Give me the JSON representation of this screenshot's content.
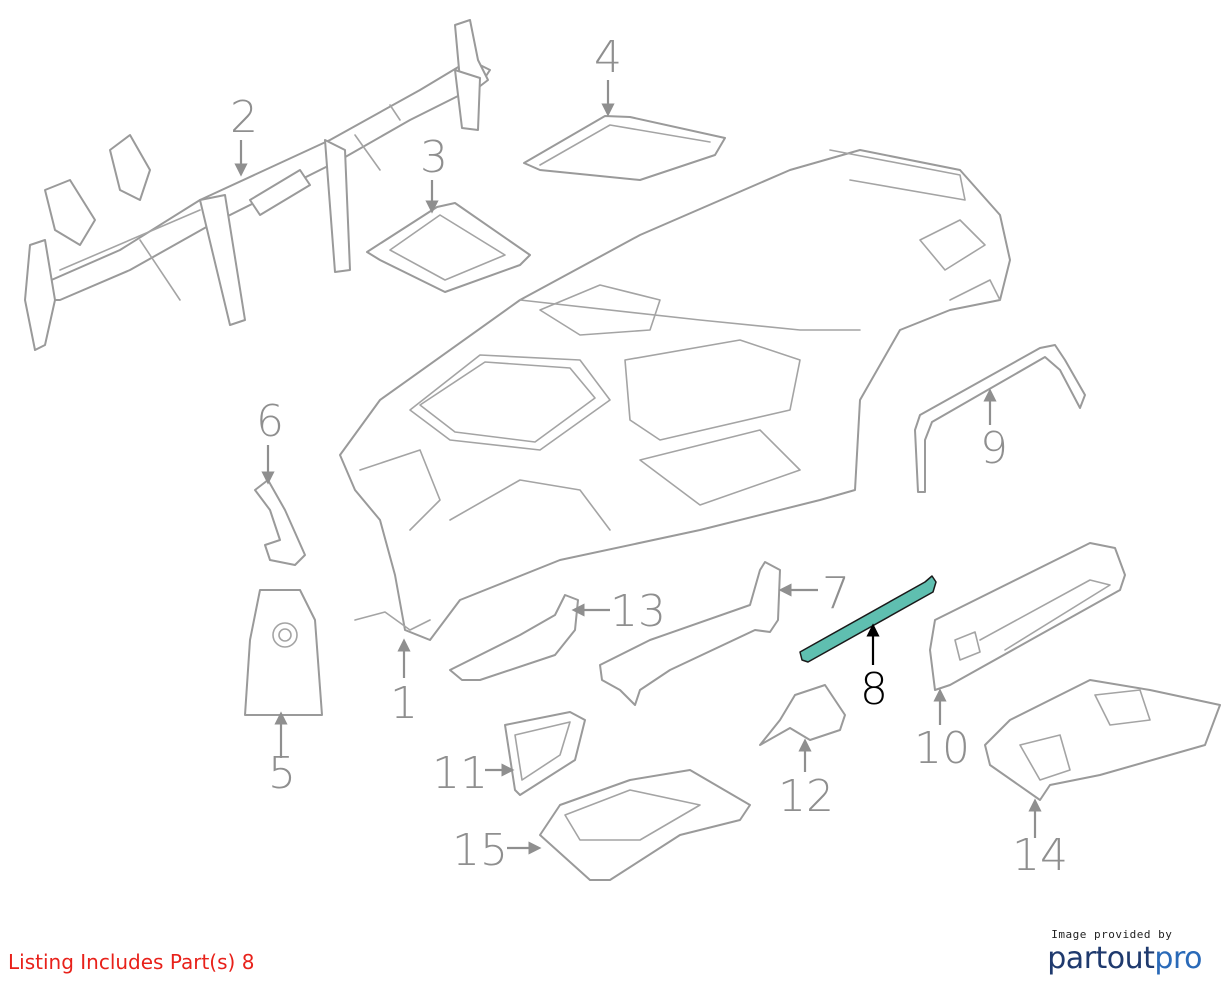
{
  "diagram": {
    "callouts": [
      "1",
      "2",
      "3",
      "4",
      "5",
      "6",
      "7",
      "8",
      "9",
      "10",
      "11",
      "12",
      "13",
      "14",
      "15"
    ],
    "highlighted_part": "8",
    "highlight_color": "#5fbfb0",
    "line_color": "#9a9a9a"
  },
  "footer": {
    "listing_text": "Listing Includes Part(s) 8",
    "listing_color": "#e8211a"
  },
  "credit": {
    "small_text": "Image provided by",
    "brand_main": "partout",
    "brand_accent": "pro"
  }
}
